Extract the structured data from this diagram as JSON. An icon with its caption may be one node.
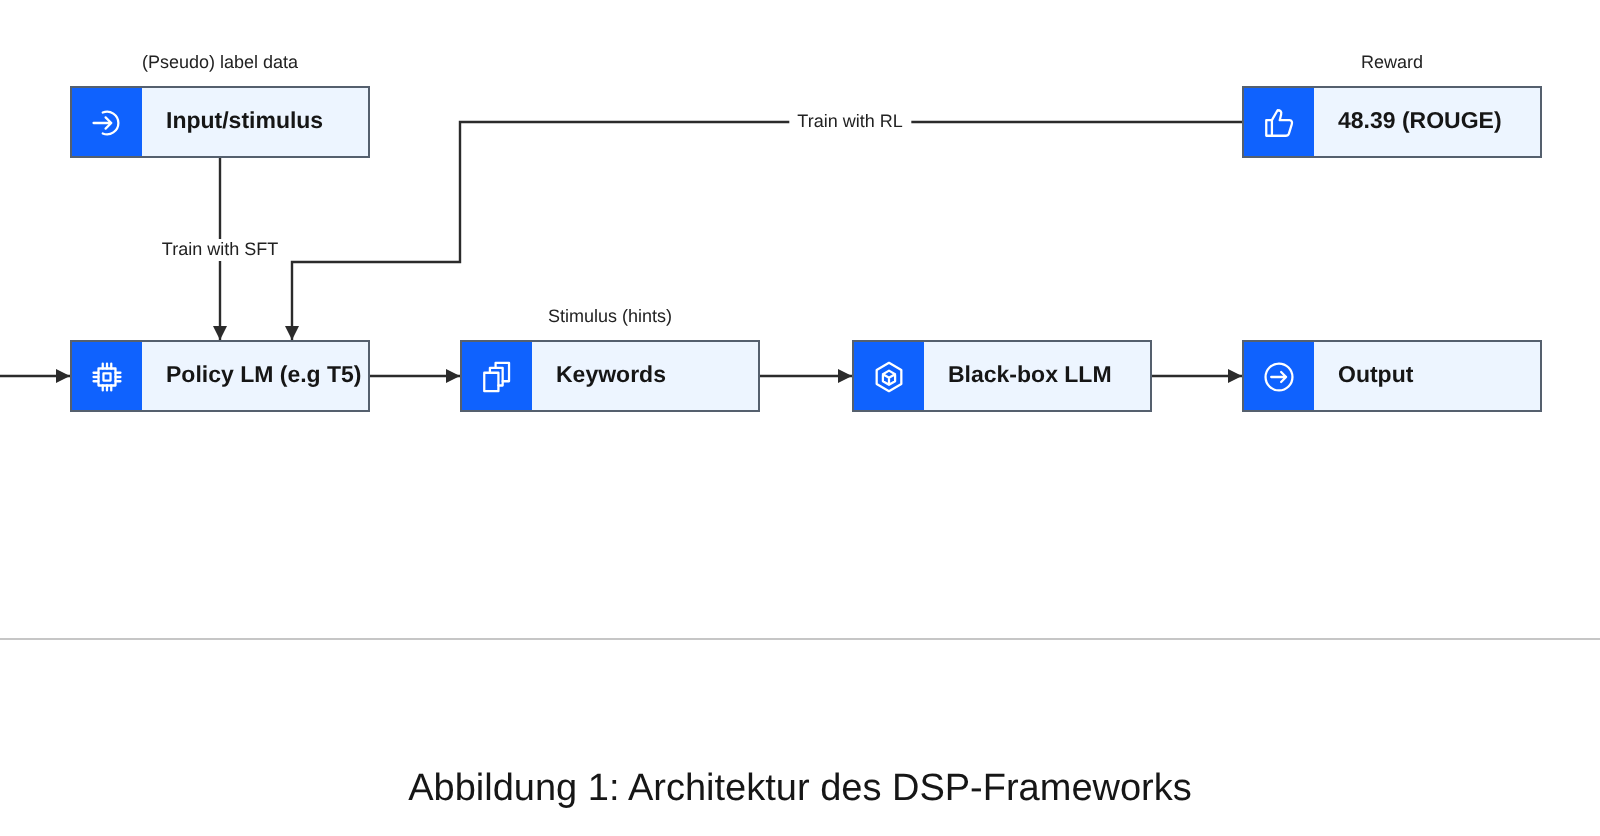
{
  "diagram": {
    "caption": "Abbildung 1: Architektur des DSP-Frameworks",
    "nodes": [
      {
        "text": [
          "Input/stimulus"
        ],
        "beside": [
          "(Pseudo) label data"
        ]
      },
      {
        "text": [
          "48.39 (ROUGE)"
        ],
        "beside": [
          "Reward"
        ]
      },
      {
        "text": [
          "Policy LM (e.g T5)"
        ]
      },
      {
        "text": [
          "Keywords"
        ],
        "beside": [
          "Stimulus (hints)"
        ]
      },
      {
        "text": [
          "Black-box LLM"
        ]
      },
      {
        "text": [
          "Output"
        ]
      }
    ],
    "edges": [
      {
        "from": null,
        "to": 2,
        "arrow": "to"
      },
      {
        "from": 0,
        "to": 2,
        "arrow": "to",
        "label": "Train with SFT"
      },
      {
        "from": 1,
        "to": 2,
        "arrow": "to",
        "label": "Train with RL"
      },
      {
        "from": 2,
        "to": 3,
        "arrow": "to"
      },
      {
        "from": 3,
        "to": 4,
        "arrow": "to"
      },
      {
        "from": 4,
        "to": 5,
        "arrow": "to"
      }
    ]
  }
}
